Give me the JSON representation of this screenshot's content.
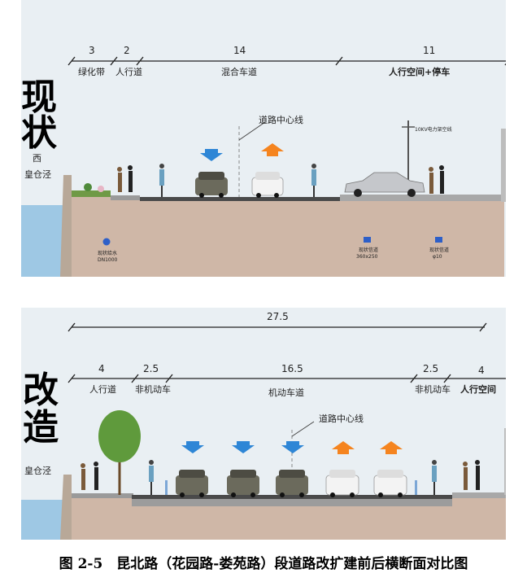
{
  "existing": {
    "title_line1": "现",
    "title_line2": "状",
    "side_dir": "西",
    "side_name": "皇仓泾",
    "dims": [
      "3",
      "2",
      "14",
      "11"
    ],
    "labels": [
      "绿化带",
      "人行道",
      "混合车道",
      "人行空间+停车"
    ],
    "centerline": "道路中心线",
    "pole_label": "10KV电力架空线",
    "utility1_name": "现状给水",
    "utility1_size": "DN1000",
    "utility2_name": "现状信道",
    "utility2_size": "360x250",
    "utility3_name": "现状信道",
    "utility3_size": "φ10"
  },
  "proposed": {
    "title_line1": "改",
    "title_line2": "造",
    "side_name": "皇仓泾",
    "total": "27.5",
    "dims": [
      "4",
      "2.5",
      "16.5",
      "2.5",
      "4"
    ],
    "labels": [
      "人行道",
      "非机动车",
      "机动车道",
      "非机动车",
      "人行空间"
    ],
    "centerline": "道路中心线"
  },
  "caption": "图 2-5　昆北路（花园路-娄苑路）段道路改扩建前后横断面对比图",
  "colors": {
    "sky": "#e9eff3",
    "ground": "#cfb7a7",
    "road": "#4a4a4a",
    "water": "#9ec8e4",
    "down_arrow": "#2e86d6",
    "up_arrow": "#f5841f"
  }
}
